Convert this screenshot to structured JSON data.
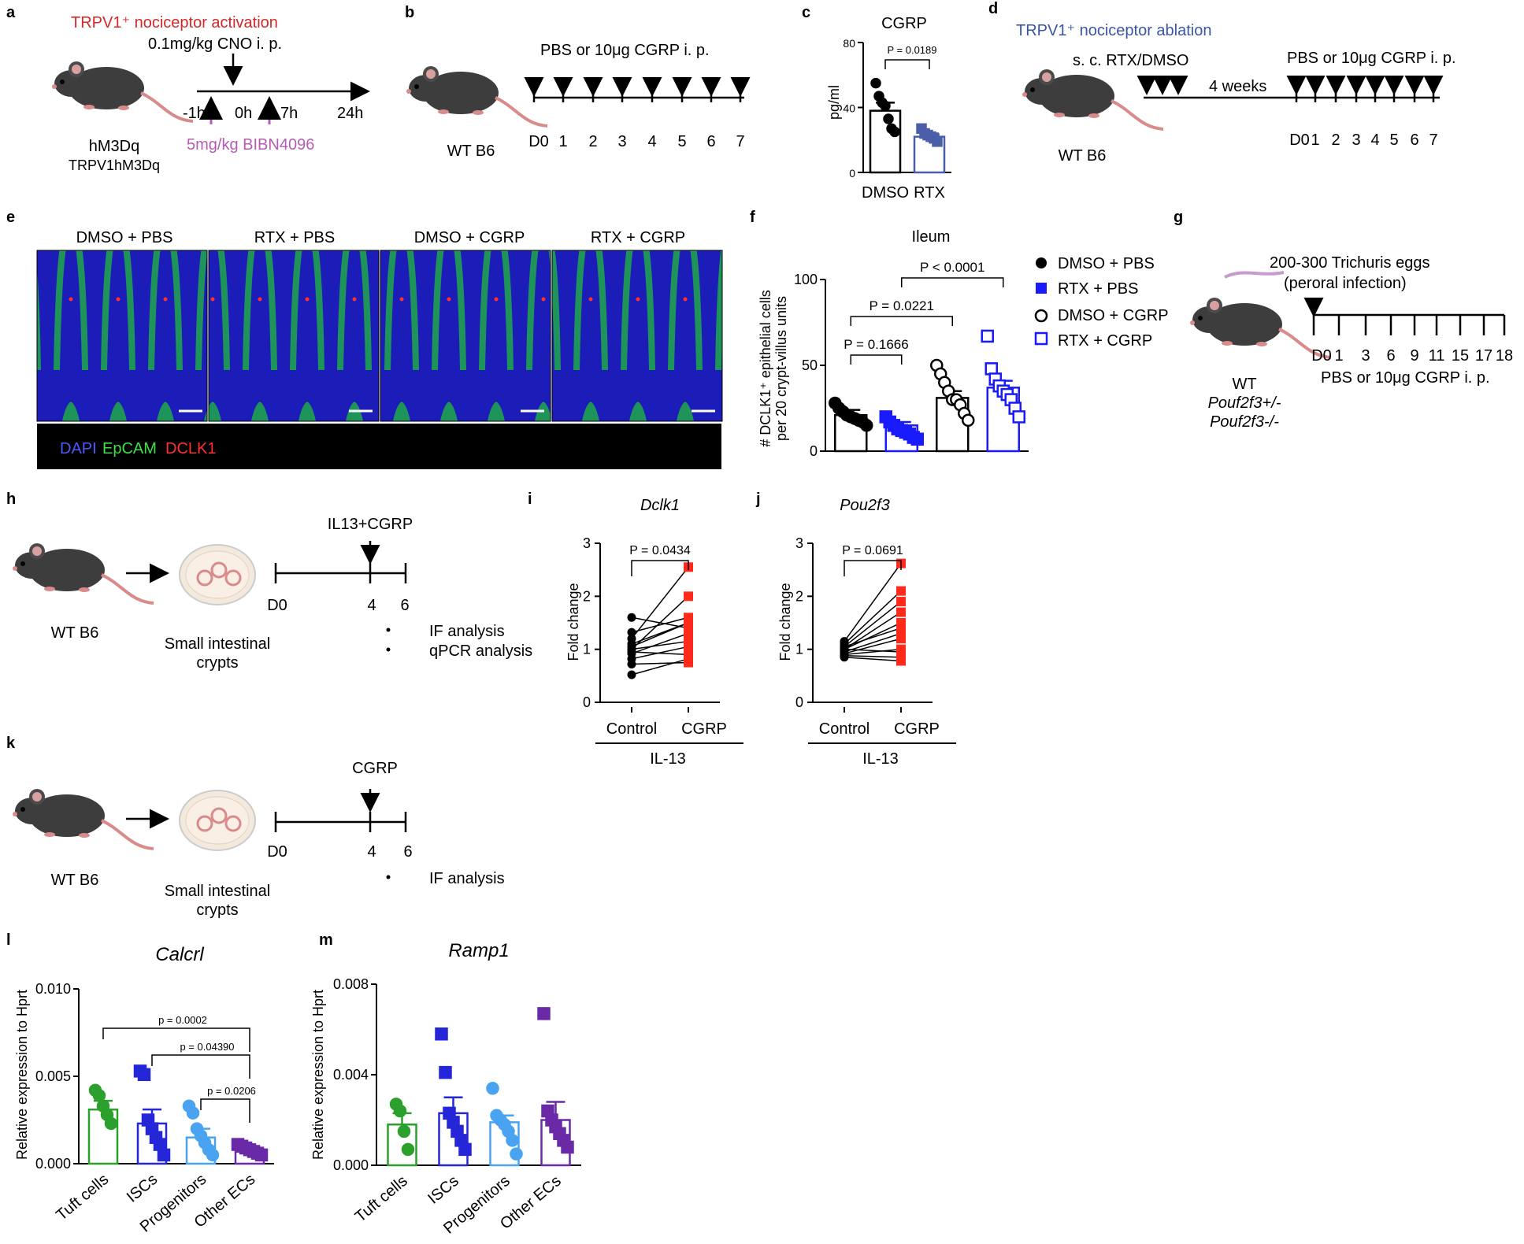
{
  "panels": {
    "a": {
      "label": "a",
      "activation": "TRPV1⁺ nociceptor activation",
      "cno": "0.1mg/kg CNO i. p.",
      "bibn": "5mg/kg BIBN4096",
      "ticks": [
        "-1h",
        "0h",
        "7h",
        "24h"
      ],
      "mouse1": "hM3Dq",
      "mouse2": "TRPV1hM3Dq"
    },
    "b": {
      "label": "b",
      "dose": "PBS or 10μg CGRP i. p.",
      "mouse": "WT B6",
      "ticks": [
        "D0",
        "1",
        "2",
        "3",
        "4",
        "5",
        "6",
        "7"
      ]
    },
    "c": {
      "label": "c",
      "title": "CGRP",
      "ylabel": "pg/ml",
      "p": "P = 0.0189",
      "cats": [
        "DMSO",
        "RTX"
      ]
    },
    "d": {
      "label": "d",
      "title": "TRPV1⁺ nociceptor ablation",
      "sc": "s. c. RTX/DMSO",
      "weeks": "4 weeks",
      "dose": "PBS or 10μg CGRP i. p.",
      "mouse": "WT B6",
      "ticks": [
        "D0",
        "1",
        "2",
        "3",
        "4",
        "5",
        "6",
        "7"
      ]
    },
    "e": {
      "label": "e",
      "titles": [
        "DMSO + PBS",
        "RTX + PBS",
        "DMSO + CGRP",
        "RTX + CGRP"
      ],
      "legend": [
        "DAPI",
        "EpCAM",
        "DCLK1"
      ]
    },
    "f": {
      "label": "f",
      "title": "Ileum",
      "ylabel1": "# DCLK1⁺ epithelial cells",
      "ylabel2": "per 20 crypt-villus units",
      "p": [
        "P = 0.1666",
        "P = 0.0221",
        "P < 0.0001"
      ],
      "legend": [
        "DMSO + PBS",
        "RTX + PBS",
        "DMSO + CGRP",
        "RTX + CGRP"
      ]
    },
    "g": {
      "label": "g",
      "eggs": "200-300 Trichuris eggs",
      "route": "(peroral infection)",
      "mouse": [
        "WT",
        "Pouf2f3+/-",
        "Pouf2f3-/-"
      ],
      "ticks": [
        "D0",
        "1",
        "3",
        "6",
        "9",
        "11",
        "15",
        "17",
        "18"
      ],
      "dose": "PBS or 10μg CGRP i. p."
    },
    "h": {
      "label": "h",
      "mouse": "WT B6",
      "crypts1": "Small intestinal",
      "crypts2": "crypts",
      "treat": "IL13+CGRP",
      "ticks": [
        "D0",
        "4",
        "6"
      ],
      "analysis": [
        "IF analysis",
        "qPCR analysis"
      ]
    },
    "i": {
      "label": "i",
      "title": "Dclk1",
      "ylabel": "Fold change",
      "p": "P = 0.0434",
      "cats": [
        "Control",
        "CGRP"
      ],
      "group": "IL-13"
    },
    "j": {
      "label": "j",
      "title": "Pou2f3",
      "ylabel": "Fold change",
      "p": "P = 0.0691",
      "cats": [
        "Control",
        "CGRP"
      ],
      "group": "IL-13"
    },
    "k": {
      "label": "k",
      "mouse": "WT B6",
      "crypts1": "Small intestinal",
      "crypts2": "crypts",
      "treat": "CGRP",
      "ticks": [
        "D0",
        "4",
        "6"
      ],
      "analysis": [
        "IF analysis"
      ]
    },
    "l": {
      "label": "l",
      "title": "Calcrl",
      "ylabel": "Relative expression to Hprt",
      "p": [
        "p = 0.0002",
        "p = 0.04390",
        "p = 0.0206"
      ],
      "cats": [
        "Tuft cells",
        "ISCs",
        "Progenitors",
        "Other ECs"
      ]
    },
    "m": {
      "label": "m",
      "title": "Ramp1",
      "ylabel": "Relative expression to Hprt",
      "cats": [
        "Tuft cells",
        "ISCs",
        "Progenitors",
        "Other ECs"
      ]
    }
  },
  "chart_data": [
    {
      "panel": "c",
      "type": "bar",
      "title": "CGRP",
      "ylabel": "pg/ml",
      "categories": [
        "DMSO",
        "RTX"
      ],
      "ylim": [
        0,
        80
      ],
      "yticks": [
        0,
        40,
        80
      ],
      "values": [
        38,
        22
      ],
      "sem": [
        5,
        2
      ],
      "points": [
        [
          55,
          47,
          43,
          41,
          33,
          27,
          25
        ],
        [
          27,
          24,
          23,
          22,
          21,
          19
        ]
      ],
      "colors": [
        "#000000",
        "#4a5fa8"
      ],
      "annotation": "P = 0.0189"
    },
    {
      "panel": "f",
      "type": "bar",
      "title": "Ileum",
      "categories": [
        "DMSO + PBS",
        "RTX + PBS",
        "DMSO + CGRP",
        "RTX + CGRP"
      ],
      "ylim": [
        0,
        100
      ],
      "yticks": [
        0,
        50,
        100
      ],
      "values": [
        21,
        15,
        31,
        37
      ],
      "sem": [
        3,
        2,
        4,
        4
      ],
      "points": [
        [
          28,
          25,
          23,
          21,
          20,
          19,
          18,
          17,
          15
        ],
        [
          20,
          17,
          15,
          13,
          12,
          11,
          10,
          8,
          7
        ],
        [
          50,
          45,
          40,
          35,
          30,
          30,
          27,
          22,
          18
        ],
        [
          67,
          48,
          42,
          38,
          35,
          33,
          30,
          25,
          20
        ]
      ],
      "colors": [
        "#000000",
        "#1a1aff",
        "#000000",
        "#1a1aff"
      ],
      "filled": [
        true,
        true,
        false,
        false
      ],
      "annotations": [
        "P = 0.1666",
        "P = 0.0221",
        "P < 0.0001"
      ]
    },
    {
      "panel": "i",
      "type": "line",
      "title": "Dclk1",
      "ylabel": "Fold change",
      "categories": [
        "Control",
        "CGRP"
      ],
      "ylim": [
        0,
        3
      ],
      "yticks": [
        0,
        1,
        2,
        3
      ],
      "pairs": [
        [
          0.52,
          0.82
        ],
        [
          0.72,
          0.75
        ],
        [
          0.82,
          1.05
        ],
        [
          0.92,
          1.3
        ],
        [
          1.0,
          1.15
        ],
        [
          1.05,
          1.5
        ],
        [
          1.0,
          2.0
        ],
        [
          1.1,
          1.5
        ],
        [
          1.2,
          2.55
        ],
        [
          1.32,
          1.6
        ],
        [
          1.6,
          1.4
        ],
        [
          0.95,
          0.9
        ]
      ],
      "annotation": "P = 0.0434"
    },
    {
      "panel": "j",
      "type": "line",
      "title": "Pou2f3",
      "ylabel": "Fold change",
      "categories": [
        "Control",
        "CGRP"
      ],
      "ylim": [
        0,
        3
      ],
      "yticks": [
        0,
        1,
        2,
        3
      ],
      "pairs": [
        [
          0.85,
          0.78
        ],
        [
          0.9,
          1.0
        ],
        [
          0.95,
          1.3
        ],
        [
          1.0,
          0.95
        ],
        [
          1.0,
          1.5
        ],
        [
          1.05,
          1.9
        ],
        [
          1.1,
          2.1
        ],
        [
          1.15,
          2.62
        ],
        [
          0.92,
          1.2
        ],
        [
          1.0,
          1.7
        ],
        [
          0.88,
          0.85
        ],
        [
          1.05,
          1.4
        ]
      ],
      "annotation": "P = 0.0691"
    },
    {
      "panel": "l",
      "type": "bar",
      "title": "Calcrl",
      "ylabel": "Relative expression to Hprt",
      "categories": [
        "Tuft cells",
        "ISCs",
        "Progenitors",
        "Other ECs"
      ],
      "ylim": [
        0,
        0.01
      ],
      "yticks": [
        "0.000",
        "0.005",
        "0.010"
      ],
      "values": [
        0.0031,
        0.0023,
        0.0015,
        0.00075
      ],
      "sem": [
        0.0005,
        0.0008,
        0.0005,
        0.0001
      ],
      "points": [
        [
          0.0042,
          0.0039,
          0.0033,
          0.0028,
          0.0023
        ],
        [
          0.0053,
          0.0051,
          0.0025,
          0.002,
          0.0015,
          0.0011,
          0.0005
        ],
        [
          0.0033,
          0.0029,
          0.002,
          0.0016,
          0.0012,
          0.0008,
          0.0005
        ],
        [
          0.0011,
          0.001,
          0.0009,
          0.0008,
          0.0007,
          0.0006,
          0.0005
        ]
      ],
      "colors": [
        "#2ca02c",
        "#2626d9",
        "#4aa3f0",
        "#6a2aa8"
      ],
      "markers": [
        "circle",
        "square",
        "circle",
        "square"
      ],
      "annotations": [
        "p = 0.0002",
        "p = 0.04390",
        "p = 0.0206"
      ]
    },
    {
      "panel": "m",
      "type": "bar",
      "title": "Ramp1",
      "ylabel": "Relative expression to Hprt",
      "categories": [
        "Tuft cells",
        "ISCs",
        "Progenitors",
        "Other ECs"
      ],
      "ylim": [
        0,
        0.008
      ],
      "yticks": [
        "0.000",
        "0.004",
        "0.008"
      ],
      "values": [
        0.0018,
        0.0023,
        0.0019,
        0.002
      ],
      "sem": [
        0.0005,
        0.0007,
        0.0003,
        0.0008
      ],
      "points": [
        [
          0.0027,
          0.0024,
          0.0015,
          0.0007
        ],
        [
          0.0058,
          0.0041,
          0.0023,
          0.0019,
          0.0015,
          0.0011,
          0.0007
        ],
        [
          0.0034,
          0.0022,
          0.002,
          0.0018,
          0.0015,
          0.0011,
          0.0005
        ],
        [
          0.0067,
          0.0024,
          0.002,
          0.0017,
          0.0014,
          0.0011,
          0.0008
        ]
      ],
      "colors": [
        "#2ca02c",
        "#2626d9",
        "#4aa3f0",
        "#6a2aa8"
      ],
      "markers": [
        "circle",
        "square",
        "circle",
        "square"
      ]
    }
  ]
}
